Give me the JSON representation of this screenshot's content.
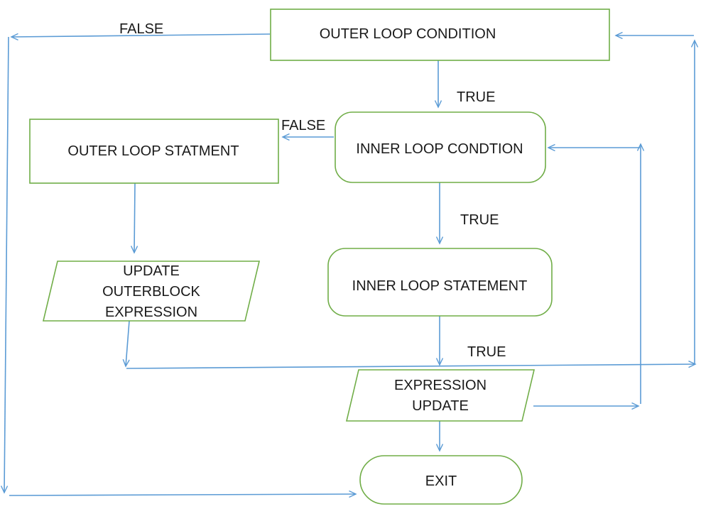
{
  "diagram": {
    "type": "flowchart",
    "subject": "nested-loop-control-flow",
    "colors": {
      "shape_border": "#70AD47",
      "arrow": "#5B9BD5",
      "text": "#1A1A1A",
      "background": "#FFFFFF"
    },
    "nodes": {
      "outer_loop_condition": {
        "label": "OUTER LOOP CONDITION",
        "shape": "rectangle"
      },
      "inner_loop_condition": {
        "label": "INNER LOOP CONDTION",
        "shape": "rounded-rectangle"
      },
      "outer_loop_statement": {
        "label": "OUTER LOOP STATMENT",
        "shape": "rectangle"
      },
      "inner_loop_statement": {
        "label": "INNER LOOP STATEMENT",
        "shape": "rounded-rectangle"
      },
      "update_outerblock_expression": {
        "lines": [
          "UPDATE",
          "OUTERBLOCK",
          "EXPRESSION"
        ],
        "shape": "parallelogram"
      },
      "expression_update": {
        "lines": [
          "EXPRESSION",
          "UPDATE"
        ],
        "shape": "parallelogram"
      },
      "exit": {
        "label": "EXIT",
        "shape": "terminator"
      }
    },
    "edge_labels": {
      "outer_condition_true": "TRUE",
      "outer_condition_false": "FALSE",
      "inner_condition_false": "FALSE",
      "inner_condition_true": "TRUE",
      "inner_statement_true": "TRUE"
    }
  }
}
